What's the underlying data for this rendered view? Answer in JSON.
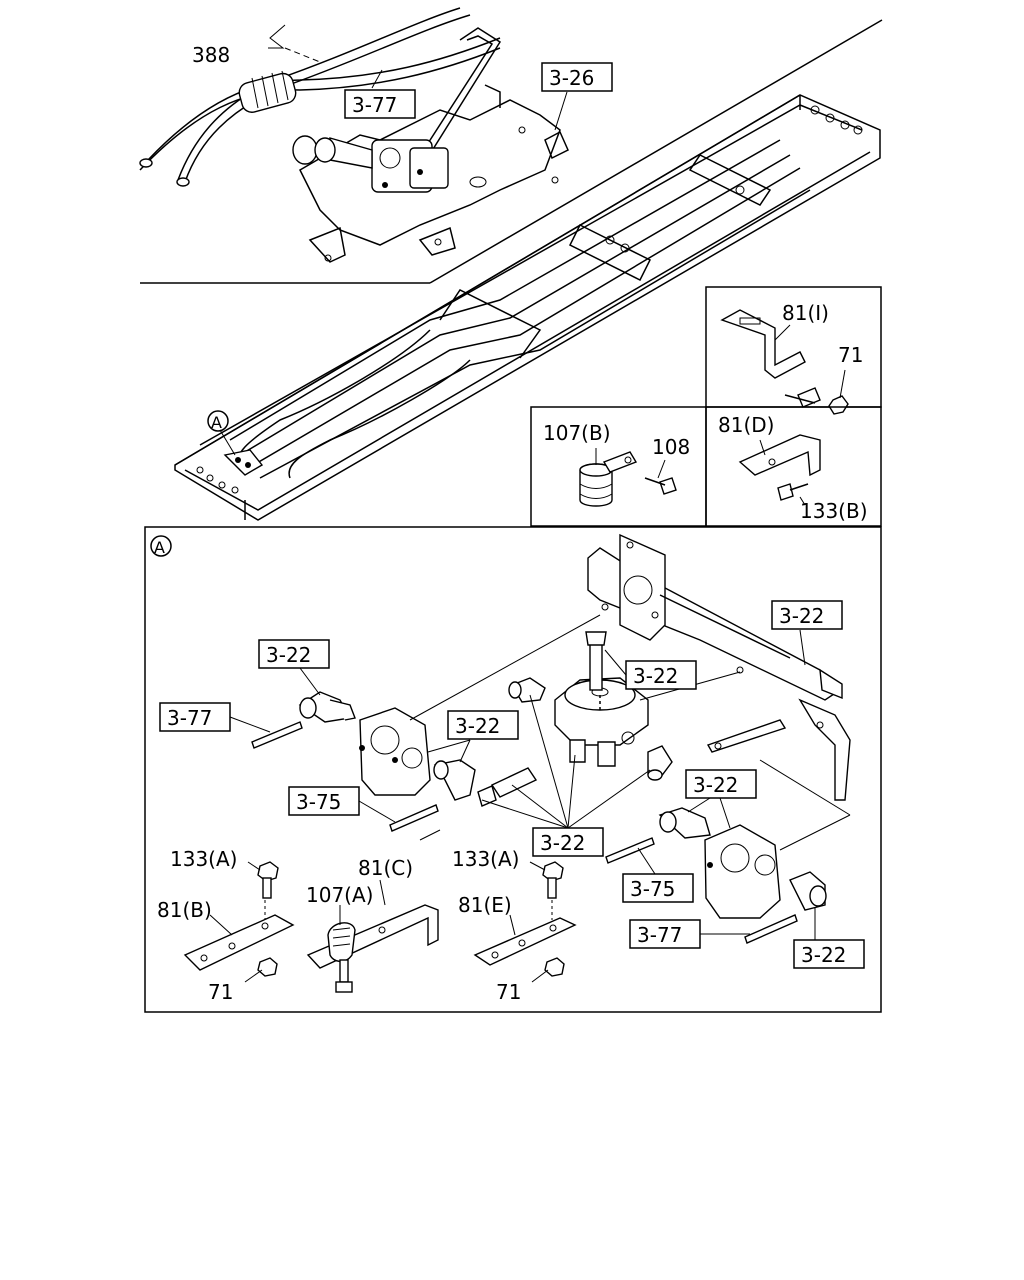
{
  "callouts": {
    "c388": "388",
    "c3_77_top": "3-77",
    "c3_26": "3-26",
    "c81_I": "81(I)",
    "c71_inset": "71",
    "c107_B": "107(B)",
    "c108": "108",
    "c81_D": "81(D)",
    "c133_B": "133(B)",
    "markerA_frame": "A",
    "markerA_detail": "A",
    "c3_22_a": "3-22",
    "c3_22_b": "3-22",
    "c3_22_c": "3-22",
    "c3_22_d": "3-22",
    "c3_22_e": "3-22",
    "c3_22_f": "3-22",
    "c3_22_g": "3-22",
    "c3_77_left": "3-77",
    "c3_75_left": "3-75",
    "c3_75_right": "3-75",
    "c3_77_right": "3-77",
    "c133_A_left": "133(A)",
    "c81_B": "81(B)",
    "c71_left": "71",
    "c107_A": "107(A)",
    "c81_C": "81(C)",
    "c133_A_mid": "133(A)",
    "c81_E": "81(E)",
    "c71_mid": "71"
  }
}
